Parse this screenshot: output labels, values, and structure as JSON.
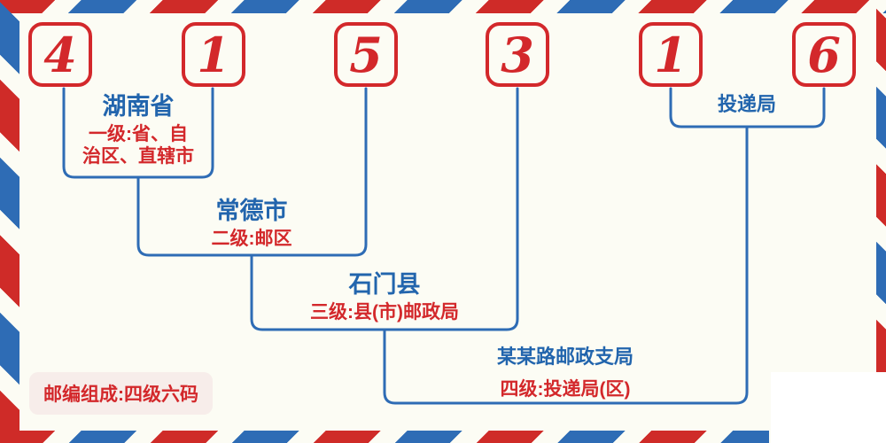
{
  "postcode": {
    "value": "415316",
    "digits": [
      "4",
      "1",
      "5",
      "3",
      "1",
      "6"
    ]
  },
  "levels": [
    {
      "title": "湖南省",
      "desc": "一级:省、自\n治区、直辖市"
    },
    {
      "title": "常德市",
      "desc": "二级:邮区"
    },
    {
      "title": "石门县",
      "desc": "三级:县(市)邮政局"
    },
    {
      "title": "某某路邮政支局",
      "desc": "四级:投递局(区)"
    }
  ],
  "delivery_office_label": "投递局",
  "badge_text": "邮编组成:四级六码",
  "colors": {
    "red": "#d3282b",
    "blue": "#2265ad",
    "line_blue": "#2e6cb5",
    "background": "#fcfcf4",
    "badge_background": "#f7edea"
  }
}
